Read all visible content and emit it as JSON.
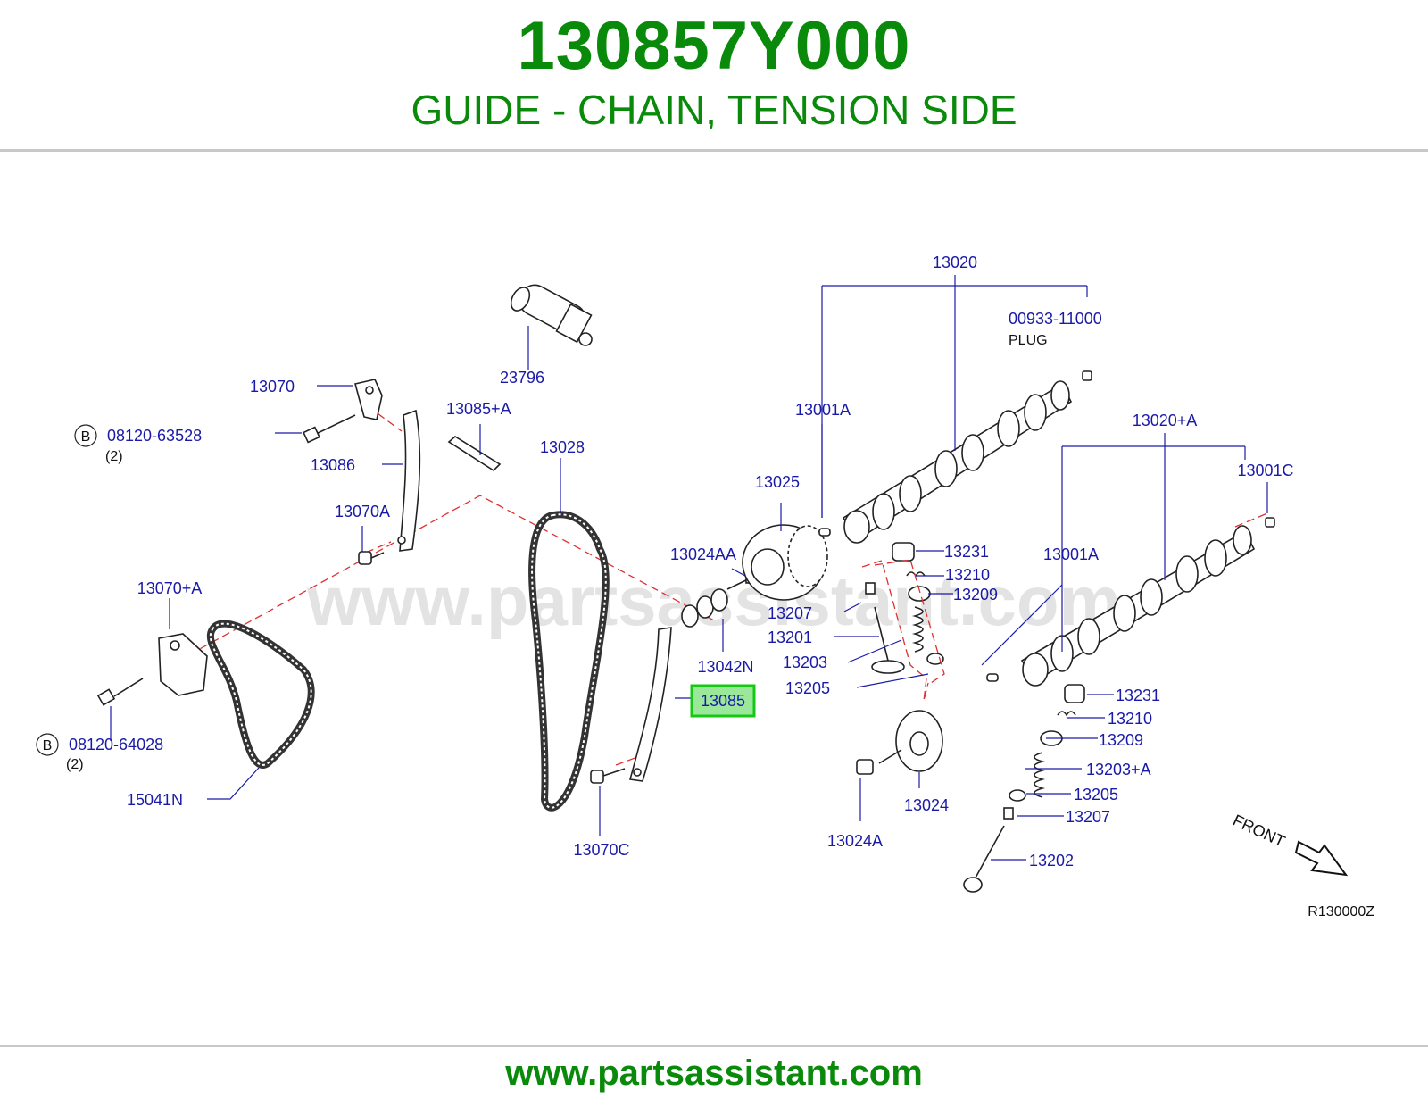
{
  "header": {
    "part_number": "130857Y000",
    "description": "GUIDE - CHAIN, TENSION SIDE"
  },
  "watermark": "www.partsassistant.com",
  "footer": {
    "url": "www.partsassistant.com"
  },
  "diagram": {
    "reference_code": "R130000Z",
    "front_label": "FRONT",
    "highlighted_part": "13085",
    "bolt_groups": [
      {
        "marker": "B",
        "number": "08120-63528",
        "qty": "(2)"
      },
      {
        "marker": "B",
        "number": "08120-64028",
        "qty": "(2)"
      }
    ],
    "plug": {
      "number": "00933-11000",
      "name": "PLUG"
    },
    "labels": {
      "l13020": "13020",
      "l23796": "23796",
      "l13070": "13070",
      "l13085A": "13085+A",
      "l13028": "13028",
      "l13001A_top": "13001A",
      "l13020A": "13020+A",
      "l13086": "13086",
      "l13025": "13025",
      "l13001C": "13001C",
      "l13070A": "13070A",
      "l13024AA": "13024AA",
      "l13231_top": "13231",
      "l13210_top": "13210",
      "l13001A_right": "13001A",
      "l13070pA": "13070+A",
      "l13209_top": "13209",
      "l13207_top": "13207",
      "l13201": "13201",
      "l13042N": "13042N",
      "l13203": "13203",
      "l13205_top": "13205",
      "l13231_bot": "13231",
      "l13210_bot": "13210",
      "l13209_bot": "13209",
      "l13203A": "13203+A",
      "l15041N": "15041N",
      "l13205_bot": "13205",
      "l13024": "13024",
      "l13207_bot": "13207",
      "l13024A": "13024A",
      "l13070C": "13070C",
      "l13202": "13202"
    }
  },
  "colors": {
    "brand_green": "#0a8a0a",
    "label_blue": "#1a1aa8",
    "highlight_fill": "#9be89b",
    "highlight_border": "#14c814",
    "leader_red": "#e03030"
  }
}
